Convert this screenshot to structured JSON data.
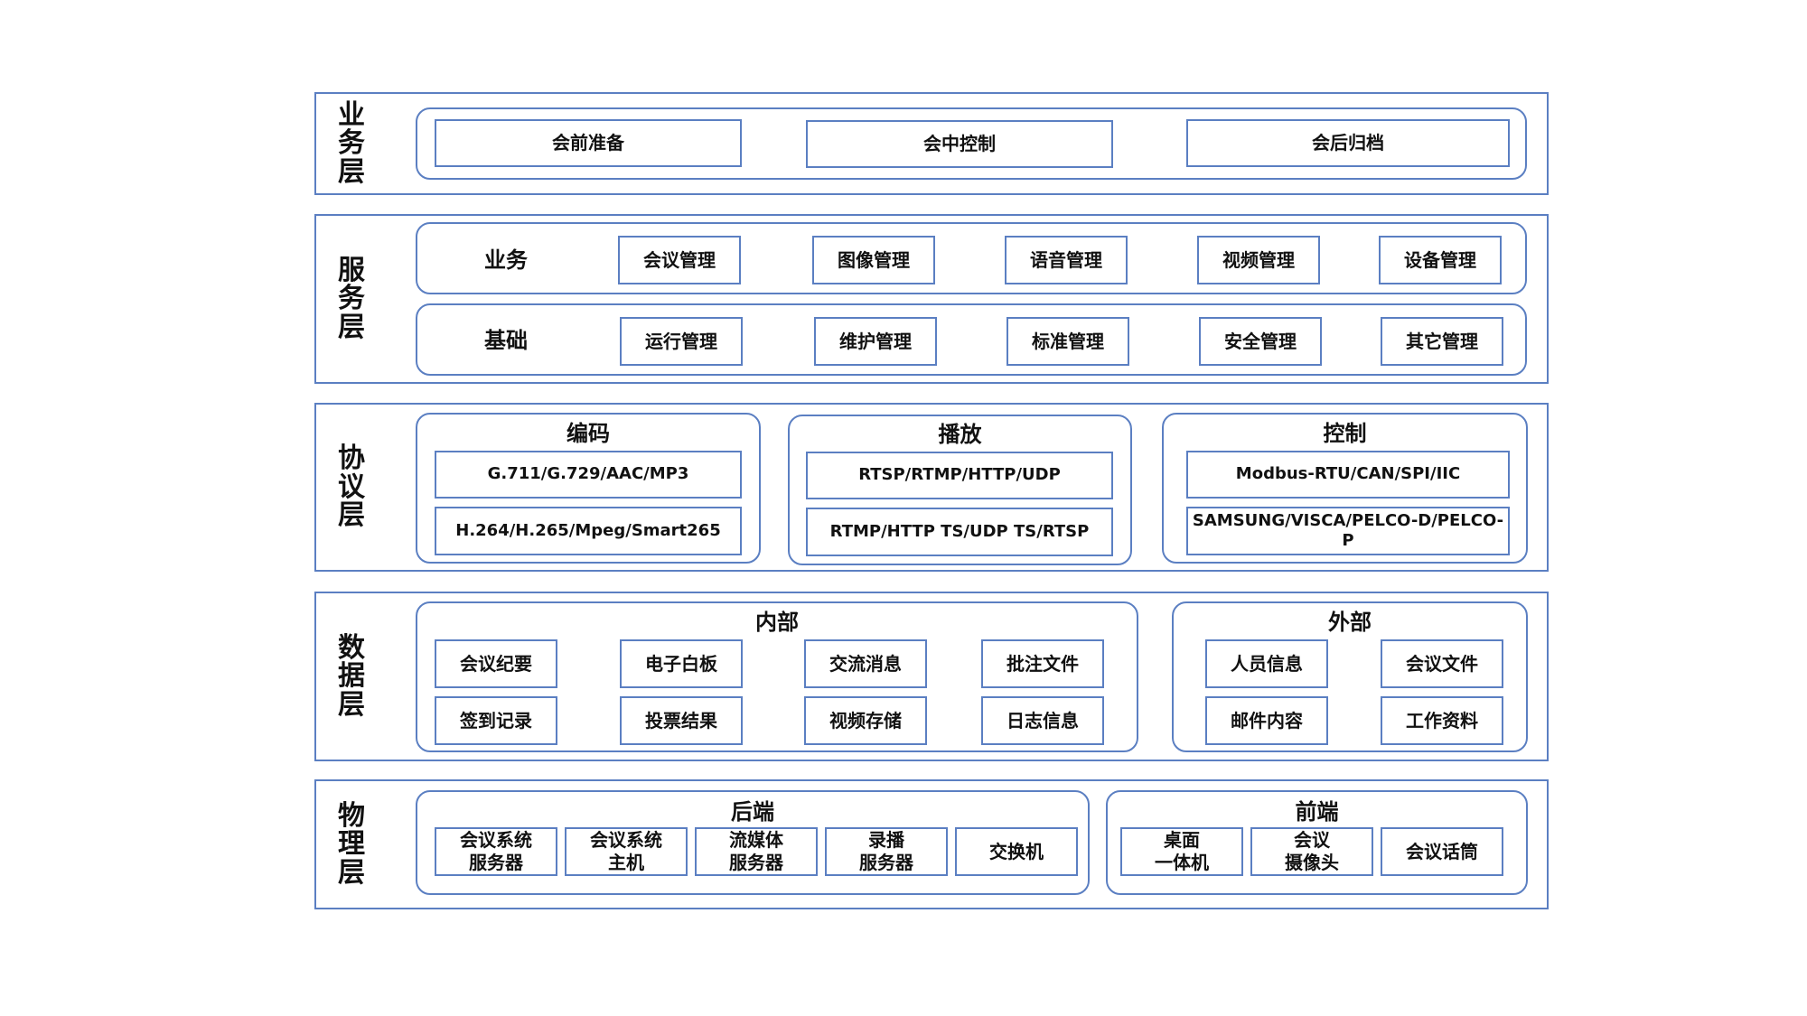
{
  "business_layer": {
    "title": [
      "业",
      "务",
      "层"
    ],
    "items": [
      "会前准备",
      "会中控制",
      "会后归档"
    ]
  },
  "service_layer": {
    "title": [
      "服",
      "务",
      "层"
    ],
    "business_row": {
      "label": "业务",
      "items": [
        "会议管理",
        "图像管理",
        "语音管理",
        "视频管理",
        "设备管理"
      ]
    },
    "base_row": {
      "label": "基础",
      "items": [
        "运行管理",
        "维护管理",
        "标准管理",
        "安全管理",
        "其它管理"
      ]
    }
  },
  "protocol_layer": {
    "title": [
      "协",
      "议",
      "层"
    ],
    "groups": [
      {
        "title": "编码",
        "items": [
          "G.711/G.729/AAC/MP3",
          "H.264/H.265/Mpeg/Smart265"
        ]
      },
      {
        "title": "播放",
        "items": [
          "RTSP/RTMP/HTTP/UDP",
          "RTMP/HTTP TS/UDP TS/RTSP"
        ]
      },
      {
        "title": "控制",
        "items": [
          "Modbus-RTU/CAN/SPI/IIC",
          "SAMSUNG/VISCA/PELCO-D/PELCO-P"
        ]
      }
    ]
  },
  "data_layer": {
    "title": [
      "数",
      "据",
      "层"
    ],
    "internal": {
      "title": "内部",
      "items": [
        "会议纪要",
        "电子白板",
        "交流消息",
        "批注文件",
        "签到记录",
        "投票结果",
        "视频存储",
        "日志信息"
      ]
    },
    "external": {
      "title": "外部",
      "items": [
        "人员信息",
        "会议文件",
        "邮件内容",
        "工作资料"
      ]
    }
  },
  "physical_layer": {
    "title": [
      "物",
      "理",
      "层"
    ],
    "backend": {
      "title": "后端",
      "items": [
        [
          "会议系统",
          "服务器"
        ],
        [
          "会议系统",
          "主机"
        ],
        [
          "流媒体",
          "服务器"
        ],
        [
          "录播",
          "服务器"
        ],
        [
          "交换机"
        ]
      ]
    },
    "frontend": {
      "title": "前端",
      "items": [
        [
          "桌面",
          "一体机"
        ],
        [
          "会议",
          "摄像头"
        ],
        [
          "会议话筒"
        ]
      ]
    }
  },
  "colors": {
    "border": "#5b7fc2"
  }
}
